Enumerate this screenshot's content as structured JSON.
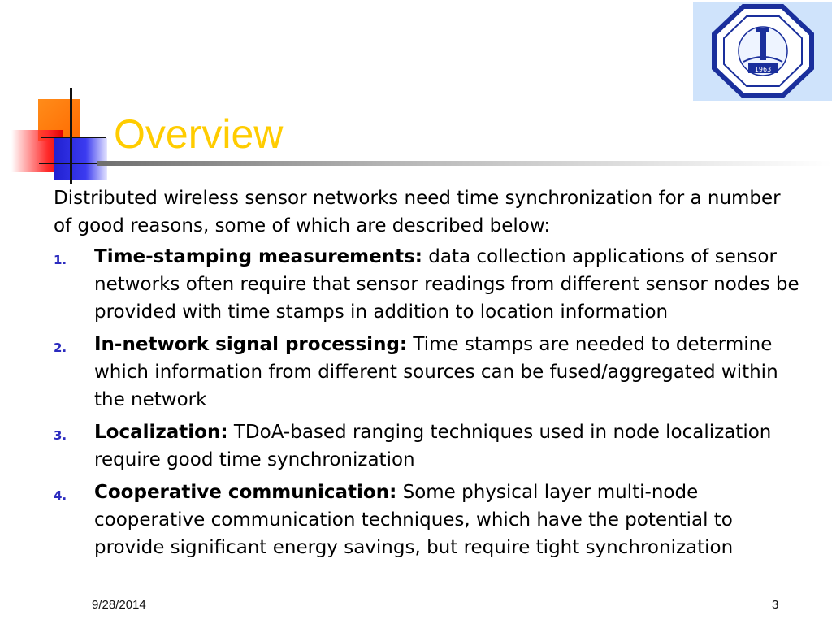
{
  "slide": {
    "title": "Overview",
    "intro": "Distributed wireless sensor networks need time synchronization for a number of good reasons, some of which are described below:",
    "items": [
      {
        "num": "1.",
        "head": "Time-stamping measurements:",
        "text": " data collection applications of sensor networks often require that sensor readings from different sensor nodes be provided with time stamps in addition to location information"
      },
      {
        "num": "2.",
        "head": "In-network signal processing:",
        "text": " Time stamps are needed to determine which information from different sources can be fused/aggregated within the network"
      },
      {
        "num": "3.",
        "head": "Localization:",
        "text": " TDoA-based ranging techniques used in node localization require good time synchronization"
      },
      {
        "num": "4.",
        "head": "Cooperative communication:",
        "text": " Some physical layer multi-node cooperative communication techniques, which have the potential to provide significant energy savings, but require tight synchronization"
      }
    ]
  },
  "footer": {
    "date": "9/28/2014",
    "page": "3"
  },
  "colors": {
    "title": "#ffcc00",
    "numbering": "#2b2bbf",
    "logo_bg": "#cfe3fb",
    "accent_orange": "#ff7a00",
    "accent_red": "#ff2a2a",
    "accent_blue": "#2a2ae0"
  },
  "logo": {
    "icon": "university-seal-icon",
    "year": "1963"
  }
}
